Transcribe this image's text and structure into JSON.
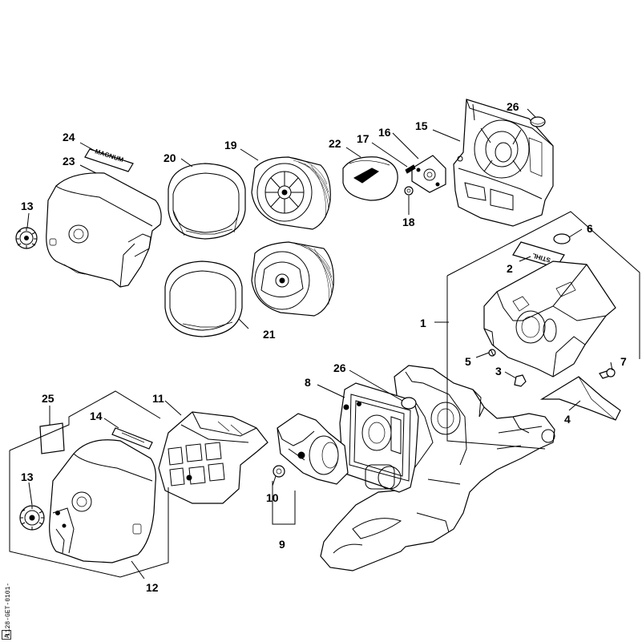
{
  "labels": {
    "p1": "1",
    "p2": "2",
    "p3": "3",
    "p4": "4",
    "p5": "5",
    "p6": "6",
    "p7": "7",
    "p8": "8",
    "p9": "9",
    "p10": "10",
    "p11": "11",
    "p12": "12",
    "p13a": "13",
    "p13b": "13",
    "p14": "14",
    "p15": "15",
    "p16": "16",
    "p17": "17",
    "p18": "18",
    "p19": "19",
    "p20": "20",
    "p21": "21",
    "p22": "22",
    "p23": "23",
    "p24": "24",
    "p25": "25",
    "p26a": "26",
    "p26b": "26"
  },
  "decals": {
    "magnum": "MAGNUM",
    "stihl": "STIHL"
  },
  "drawing_code": "1128-GET-0101-1",
  "drawing_code_suffix": "A"
}
